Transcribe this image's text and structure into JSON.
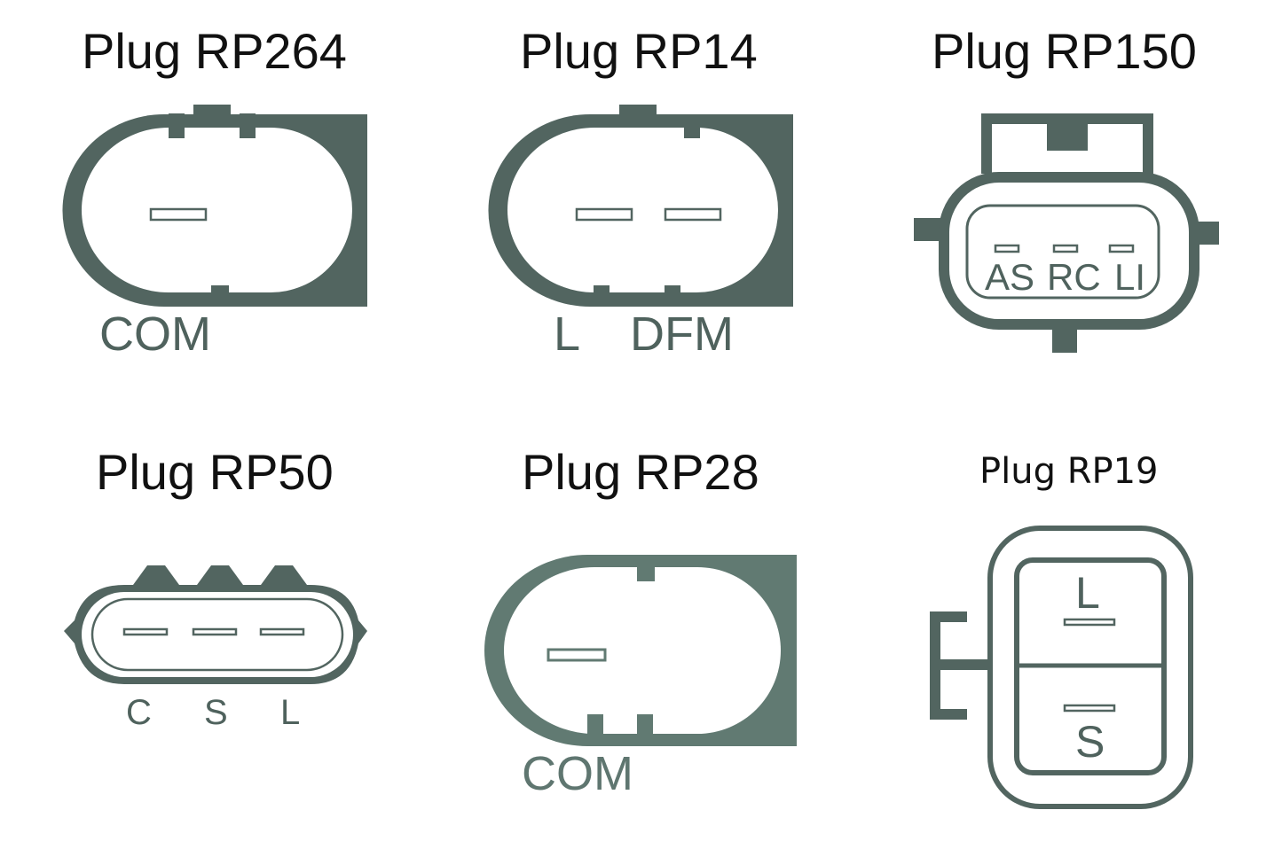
{
  "colors": {
    "connector": "#526560",
    "connector_light": "#617a72",
    "label": "#4f625d",
    "title": "#111111"
  },
  "plugs": [
    {
      "title": "Plug RP264",
      "pins": [
        "COM"
      ]
    },
    {
      "title": "Plug RP14",
      "pins": [
        "L",
        "DFM"
      ]
    },
    {
      "title": "Plug RP150",
      "pins": [
        "AS",
        "RC",
        "LI"
      ]
    },
    {
      "title": "Plug RP50",
      "pins": [
        "C",
        "S",
        "L"
      ]
    },
    {
      "title": "Plug RP28",
      "pins": [
        "COM"
      ]
    },
    {
      "title": "Plug RP19",
      "pins": [
        "L",
        "S"
      ]
    }
  ]
}
